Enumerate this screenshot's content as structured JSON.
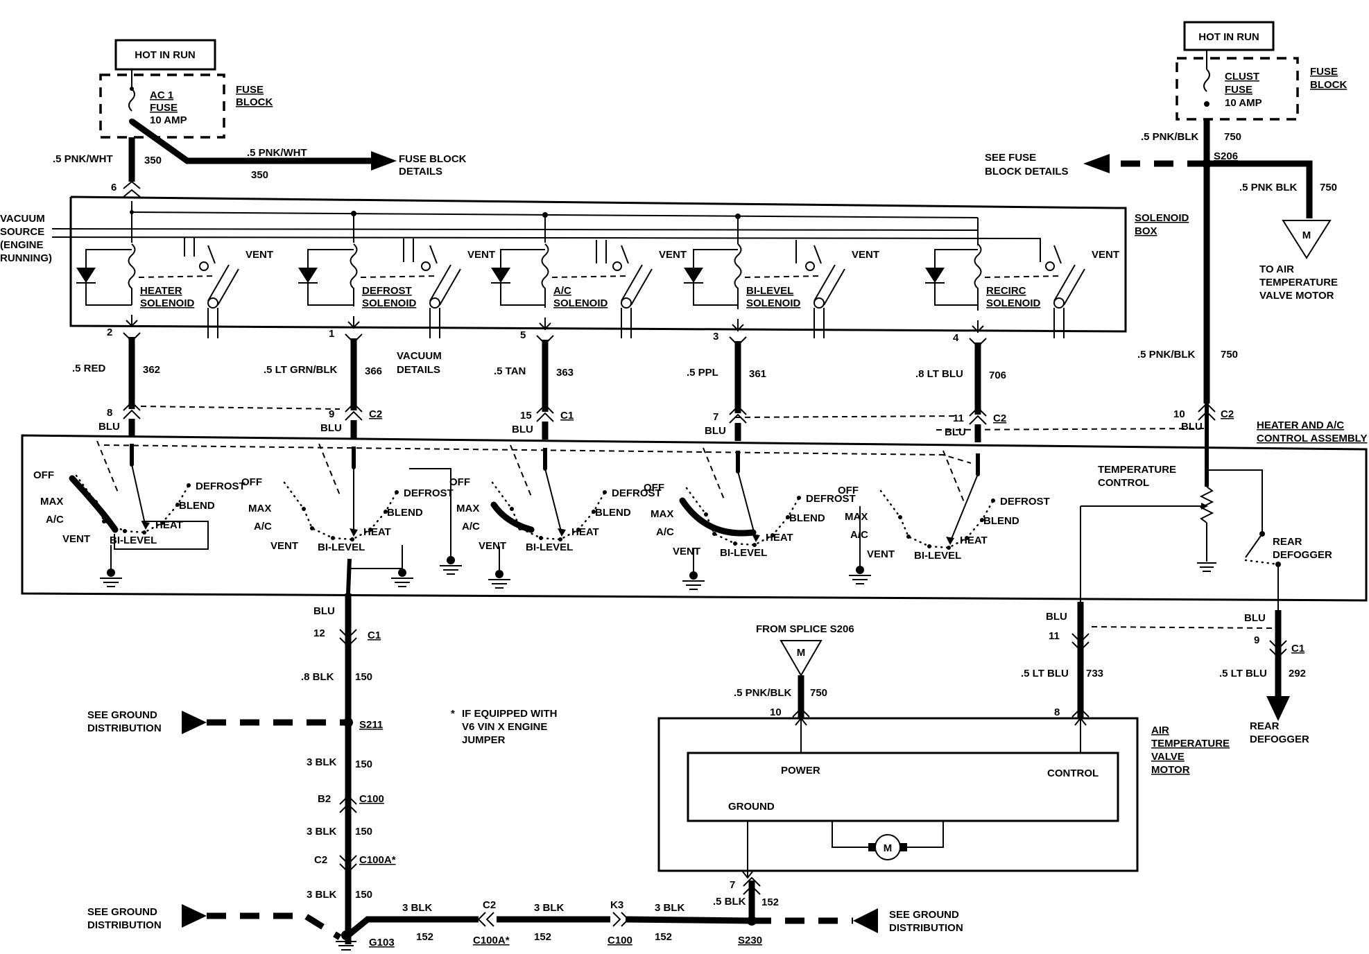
{
  "power": {
    "hot_in_run": "HOT IN RUN",
    "fuse_left": [
      "AC 1",
      "FUSE",
      "10 AMP"
    ],
    "fuse_right": [
      "CLUST",
      "FUSE",
      "10 AMP"
    ],
    "fuse_block": [
      "FUSE",
      "BLOCK"
    ],
    "pnk_wht": ".5 PNK/WHT",
    "c350": "350",
    "fuse_block_details": [
      "FUSE BLOCK",
      "DETAILS"
    ],
    "see_fuse_block_details": [
      "SEE FUSE",
      "BLOCK DETAILS"
    ],
    "pnk_blk": ".5 PNK/BLK",
    "pnk_blk_b": ".5 PNK BLK",
    "c750": "750",
    "s206": "S206",
    "to_air_temp": [
      "TO AIR",
      "TEMPERATURE",
      "VALVE MOTOR"
    ],
    "motor_symbol": "M",
    "pin6": "6"
  },
  "solenoid_box": {
    "label": [
      "SOLENOID",
      "BOX"
    ],
    "vacuum_source": [
      "VACUUM",
      "SOURCE",
      "(ENGINE",
      "RUNNING)"
    ],
    "vent": "VENT",
    "solenoids": [
      {
        "name": [
          "HEATER",
          "SOLENOID"
        ],
        "pin": "2",
        "wire": ".5 RED",
        "circuit": "362",
        "cpin": "8",
        "conn": ""
      },
      {
        "name": [
          "DEFROST",
          "SOLENOID"
        ],
        "pin": "1",
        "wire": ".5 LT GRN/BLK",
        "circuit": "366",
        "cpin": "9",
        "conn": "C2"
      },
      {
        "name": [
          "A/C",
          "SOLENOID"
        ],
        "pin": "5",
        "wire": ".5 TAN",
        "circuit": "363",
        "cpin": "15",
        "conn": "C1"
      },
      {
        "name": [
          "BI-LEVEL",
          "SOLENOID"
        ],
        "pin": "3",
        "wire": ".5 PPL",
        "circuit": "361",
        "cpin": "7",
        "conn": ""
      },
      {
        "name": [
          "RECIRC",
          "SOLENOID"
        ],
        "pin": "4",
        "wire": ".8 LT BLU",
        "circuit": "706",
        "cpin": "11",
        "conn": "C2"
      }
    ],
    "vacuum_details": [
      "VACUUM",
      "DETAILS"
    ],
    "right_wire": ".5 PNK/BLK",
    "right_circuit": "750",
    "right_pin": "10",
    "right_conn": "C2"
  },
  "control_assembly": {
    "label": [
      "HEATER AND A/C",
      "CONTROL ASSEMBLY"
    ],
    "blu": "BLU",
    "modes": {
      "off": "OFF",
      "max": "MAX",
      "ac": "A/C",
      "vent": "VENT",
      "bilevel": "BI-LEVEL",
      "heat": "HEAT",
      "blend": "BLEND",
      "defrost": "DEFROST"
    },
    "temperature_control": [
      "TEMPERATURE",
      "CONTROL"
    ],
    "rear_defogger": [
      "REAR",
      "DEFOGGER"
    ]
  },
  "ground_side": {
    "blu": "BLU",
    "pin12": "12",
    "c1": "C1",
    "blk8": ".8 BLK",
    "c150": "150",
    "see_ground_distribution": [
      "SEE GROUND",
      "DISTRIBUTION"
    ],
    "s211": "S211",
    "note": [
      "IF EQUIPPED WITH",
      "V6 VIN X ENGINE",
      "JUMPER"
    ],
    "note_mark": "*",
    "blk3": "3 BLK",
    "b2": "B2",
    "c100": "C100",
    "c2": "C2",
    "c100a_star": "C100A*",
    "g103": "G103",
    "c152": "152",
    "c100a": "C100A*",
    "k3": "K3",
    "s230": "S230",
    "pin7": "7",
    "blk5": ".5 BLK"
  },
  "motor": {
    "from_splice": "FROM SPLICE S206",
    "symbol": "M",
    "pnk_blk": ".5 PNK/BLK",
    "c750": "750",
    "pin10": "10",
    "pin8": "8",
    "power": "POWER",
    "control": "CONTROL",
    "ground": "GROUND",
    "label": [
      "AIR",
      "TEMPERATURE",
      "VALVE",
      "MOTOR"
    ],
    "m": "M"
  },
  "right_side": {
    "blu": "BLU",
    "pin11": "11",
    "lt_blu": ".5 LT BLU",
    "c733": "733",
    "pin9": "9",
    "c1": "C1",
    "c292": "292",
    "rear_defogger": [
      "REAR",
      "DEFOGGER"
    ]
  }
}
